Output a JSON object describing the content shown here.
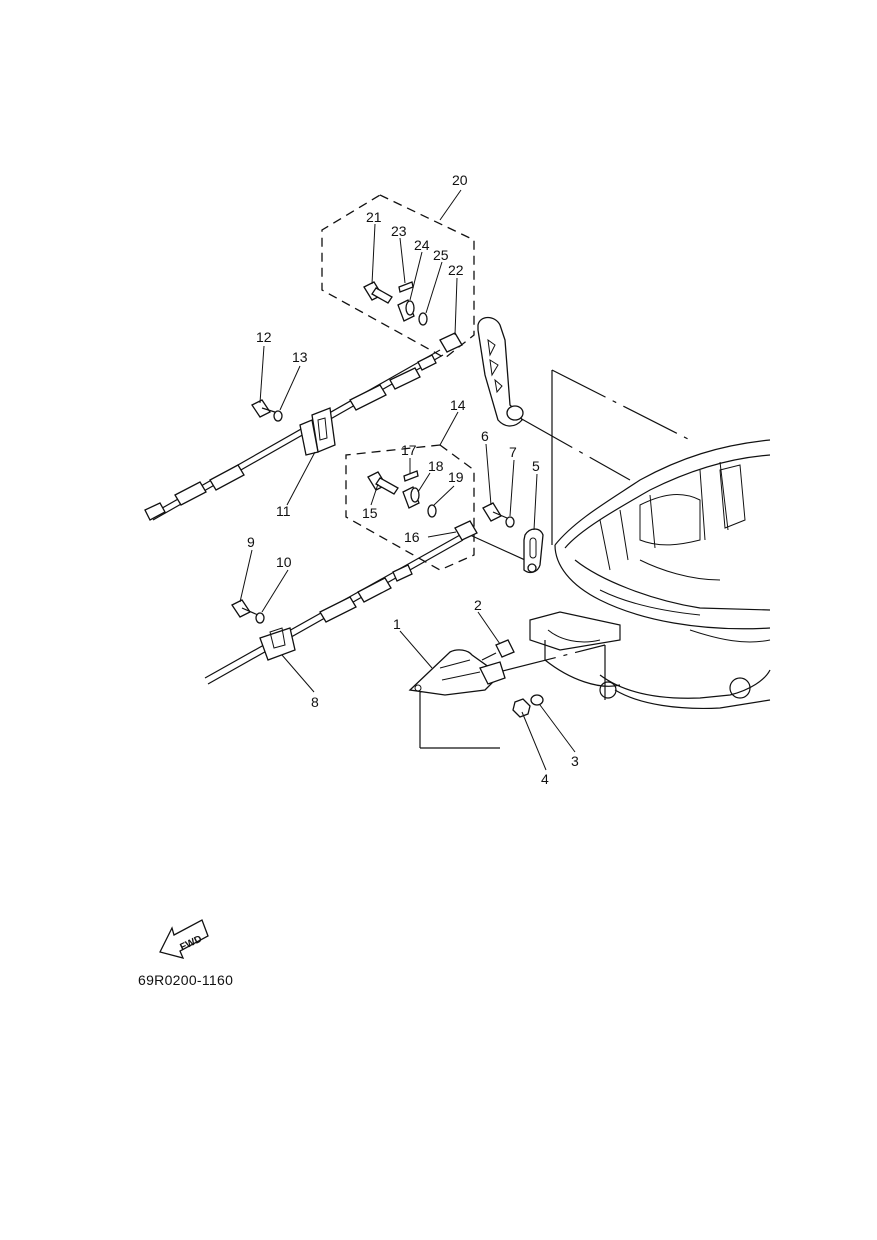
{
  "diagram": {
    "drawing_code": "69R0200-1160",
    "fwd_label": "FWD",
    "callouts": {
      "c1": "1",
      "c2": "2",
      "c3": "3",
      "c4": "4",
      "c5": "5",
      "c6": "6",
      "c7": "7",
      "c8": "8",
      "c9": "9",
      "c10": "10",
      "c11": "11",
      "c12": "12",
      "c13": "13",
      "c14": "14",
      "c15": "15",
      "c16": "16",
      "c17": "17",
      "c18": "18",
      "c19": "19",
      "c20": "20",
      "c21": "21",
      "c22": "22",
      "c23": "23",
      "c24": "24",
      "c25": "25"
    }
  }
}
